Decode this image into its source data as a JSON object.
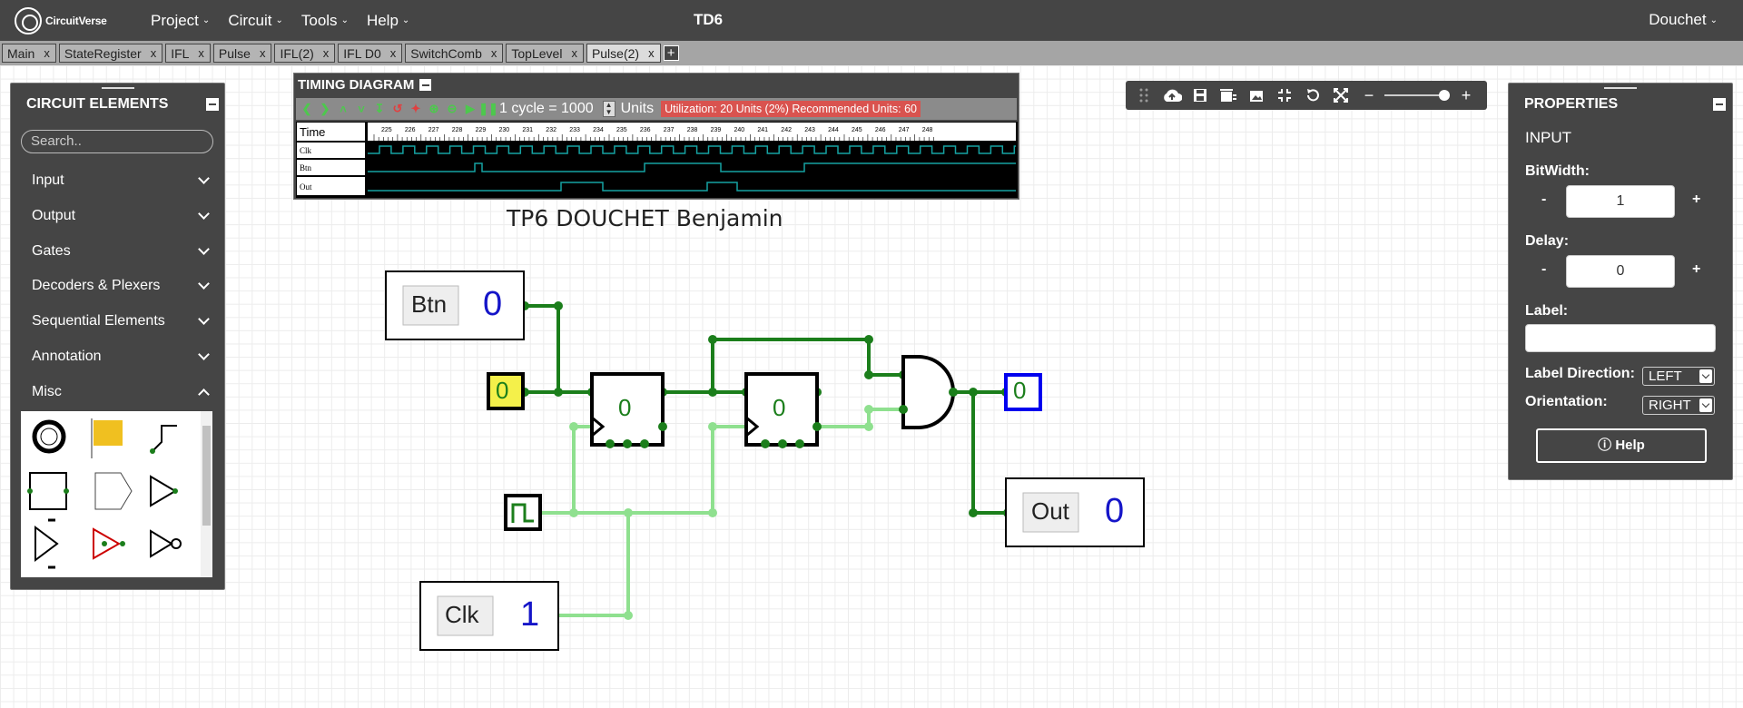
{
  "app": {
    "name": "CircuitVerse",
    "project_name": "TD6",
    "user": "Douchet"
  },
  "menu": [
    "Project",
    "Circuit",
    "Tools",
    "Help"
  ],
  "tabs": [
    {
      "label": "Main",
      "active": false
    },
    {
      "label": "StateRegister",
      "active": false
    },
    {
      "label": "IFL",
      "active": false
    },
    {
      "label": "Pulse",
      "active": false
    },
    {
      "label": "IFL(2)",
      "active": false
    },
    {
      "label": "IFL D0",
      "active": false
    },
    {
      "label": "SwitchComb",
      "active": false
    },
    {
      "label": "TopLevel",
      "active": false
    },
    {
      "label": "Pulse(2)",
      "active": true
    }
  ],
  "tab_close": "x",
  "tab_add": "+",
  "circuit_elements": {
    "title": "CIRCUIT ELEMENTS",
    "search_placeholder": "Search..",
    "categories": [
      "Input",
      "Output",
      "Gates",
      "Decoders & Plexers",
      "Sequential Elements",
      "Annotation",
      "Misc"
    ],
    "expanded": "Misc"
  },
  "timing_diagram": {
    "title": "TIMING DIAGRAM",
    "cycle_text": "1 cycle = 1000",
    "units_label": "Units",
    "utilization": "Utilization: 20 Units (2%) Recommended Units: 60",
    "time_label": "Time",
    "ticks": [
      "225",
      "226",
      "227",
      "228",
      "229",
      "230",
      "231",
      "232",
      "233",
      "234",
      "235",
      "236",
      "237",
      "238",
      "239",
      "240",
      "241",
      "242",
      "243",
      "244",
      "245",
      "246",
      "247",
      "248"
    ],
    "signals": [
      "Clk",
      "Btn",
      "Out"
    ]
  },
  "circuit": {
    "title": "TP6 DOUCHET Benjamin",
    "btn_label": "Btn",
    "btn_value": "0",
    "clk_label": "Clk",
    "clk_value": "1",
    "out_label": "Out",
    "out_value": "0",
    "input_value": "0",
    "output_value": "0",
    "ff1_value": "0",
    "ff2_value": "0"
  },
  "properties": {
    "title": "PROPERTIES",
    "element": "INPUT",
    "bitwidth_label": "BitWidth:",
    "bitwidth": "1",
    "delay_label": "Delay:",
    "delay": "0",
    "label_label": "Label:",
    "label_value": "",
    "label_direction_label": "Label Direction:",
    "label_direction": "LEFT",
    "orientation_label": "Orientation:",
    "orientation": "RIGHT",
    "minus": "-",
    "plus": "+",
    "help": "ⓘ Help"
  },
  "colors": {
    "nav": "#454545",
    "wire_high": "#1b7e1b",
    "wire_low": "#8fe08f",
    "trace": "#16a2a2",
    "util_bg": "#d9534f"
  }
}
